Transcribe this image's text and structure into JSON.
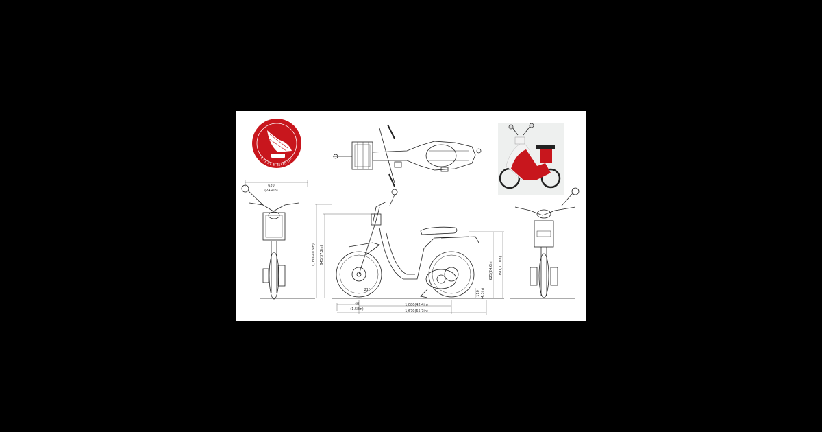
{
  "logo": {
    "text": "LITTLE HONDA",
    "badge_color": "#c8161d",
    "ring_color": "#ffffff",
    "wing_color": "#ffffff"
  },
  "dimensions": {
    "front_width": "620",
    "front_width_in": "(24.4in)",
    "overall_height": "1,030(40.6in)",
    "mirror_height": "945(37.2in)",
    "seat_height": "790(31.1in)",
    "carrier_height": "625(24.6in)",
    "ground_clearance": "110",
    "ground_clearance_in": "(4.3in)",
    "offset": "40",
    "offset_in": "(1.58in)",
    "wheelbase": "1,080(42.4in)",
    "overall_length": "1,670(65.7in)",
    "angle": "21°"
  },
  "photo": {
    "subject": "red-and-white-moped-photo",
    "frame_color": "#c8161d",
    "body_color": "#f2f2f2"
  }
}
